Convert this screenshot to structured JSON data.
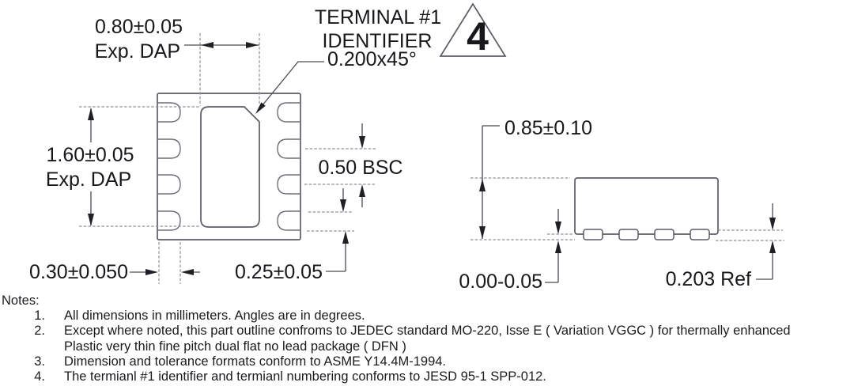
{
  "drawing": {
    "top_view": {
      "dap_width_dim": "0.80±0.05",
      "dap_width_sub": "Exp. DAP",
      "dap_height_dim": "1.60±0.05",
      "dap_height_sub": "Exp. DAP",
      "terminal_label_line1": "TERMINAL #1",
      "terminal_label_line2": "IDENTIFIER",
      "chamfer_dim": "0.200x45°",
      "note_flag_number": "4",
      "lead_length_dim": "0.30±0.050",
      "lead_width_dim": "0.25±0.05",
      "lead_pitch_dim": "0.50 BSC"
    },
    "side_view": {
      "body_height_dim": "0.85±0.10",
      "standoff_dim": "0.00-0.05",
      "lead_thickness_dim": "0.203 Ref"
    }
  },
  "notes": {
    "title": "Notes:",
    "items": [
      {
        "number": "1.",
        "lines": [
          "All dimensions in millimeters. Angles are in degrees."
        ]
      },
      {
        "number": "2.",
        "lines": [
          "Except where noted, this part outline confroms to JEDEC standard MO-220, Isse E ( Variation VGGC ) for thermally enhanced",
          "Plastic very thin fine pitch dual flat no lead package ( DFN )"
        ]
      },
      {
        "number": "3.",
        "lines": [
          "Dimension and tolerance formats conform to ASME Y14.4M-1994."
        ]
      },
      {
        "number": "4.",
        "lines": [
          "The termianl #1 identifier and termianl numbering conforms to JESD 95-1 SPP-012."
        ]
      }
    ]
  }
}
